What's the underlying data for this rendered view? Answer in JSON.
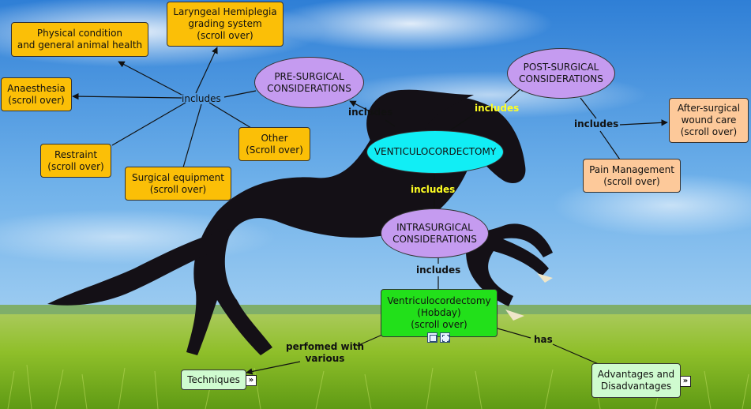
{
  "colors": {
    "orange": "#fbbf07",
    "peach": "#fdc99a",
    "violet": "#c59bf0",
    "cyan": "#11eef5",
    "green": "#22e01a",
    "mint": "#cffbcf",
    "yellow_label": "#ffff22"
  },
  "nodes": {
    "physical_condition": "Physical condition\nand general animal health",
    "laryngeal": "Laryngeal Hemiplegia\ngrading system\n(scroll over)",
    "anaesthesia": "Anaesthesia\n(scroll over)",
    "restraint": "Restraint\n(scroll over)",
    "surgical_equipment": "Surgical equipment\n(scroll over)",
    "other": "Other\n(Scroll over)",
    "pre_surgical": "PRE-SURGICAL\nCONSIDERATIONS",
    "post_surgical": "POST-SURGICAL\nCONSIDERATIONS",
    "after_surgical": "After-surgical\nwound care\n(scroll over)",
    "pain_management": "Pain Management\n(scroll over)",
    "ventriculo": "VENTICULOCORDECTOMY",
    "intrasurgical": "INTRASURGICAL\nCONSIDERATIONS",
    "hobday": "Ventriculocordectomy\n(Hobday)\n(scroll over)",
    "techniques": "Techniques",
    "advantages": "Advantages and\nDisadvantages"
  },
  "links": {
    "includes_pre_items": "includes",
    "includes_pre": "includes",
    "includes_post": "includes",
    "includes_post_items": "includes",
    "includes_intra": "includes",
    "includes_hobday": "includes",
    "performed_with": "perfomed with\nvarious",
    "has": "has"
  },
  "icons": {
    "expand_glyph": "»",
    "resource_icons": [
      "image-icon",
      "film-icon"
    ]
  }
}
